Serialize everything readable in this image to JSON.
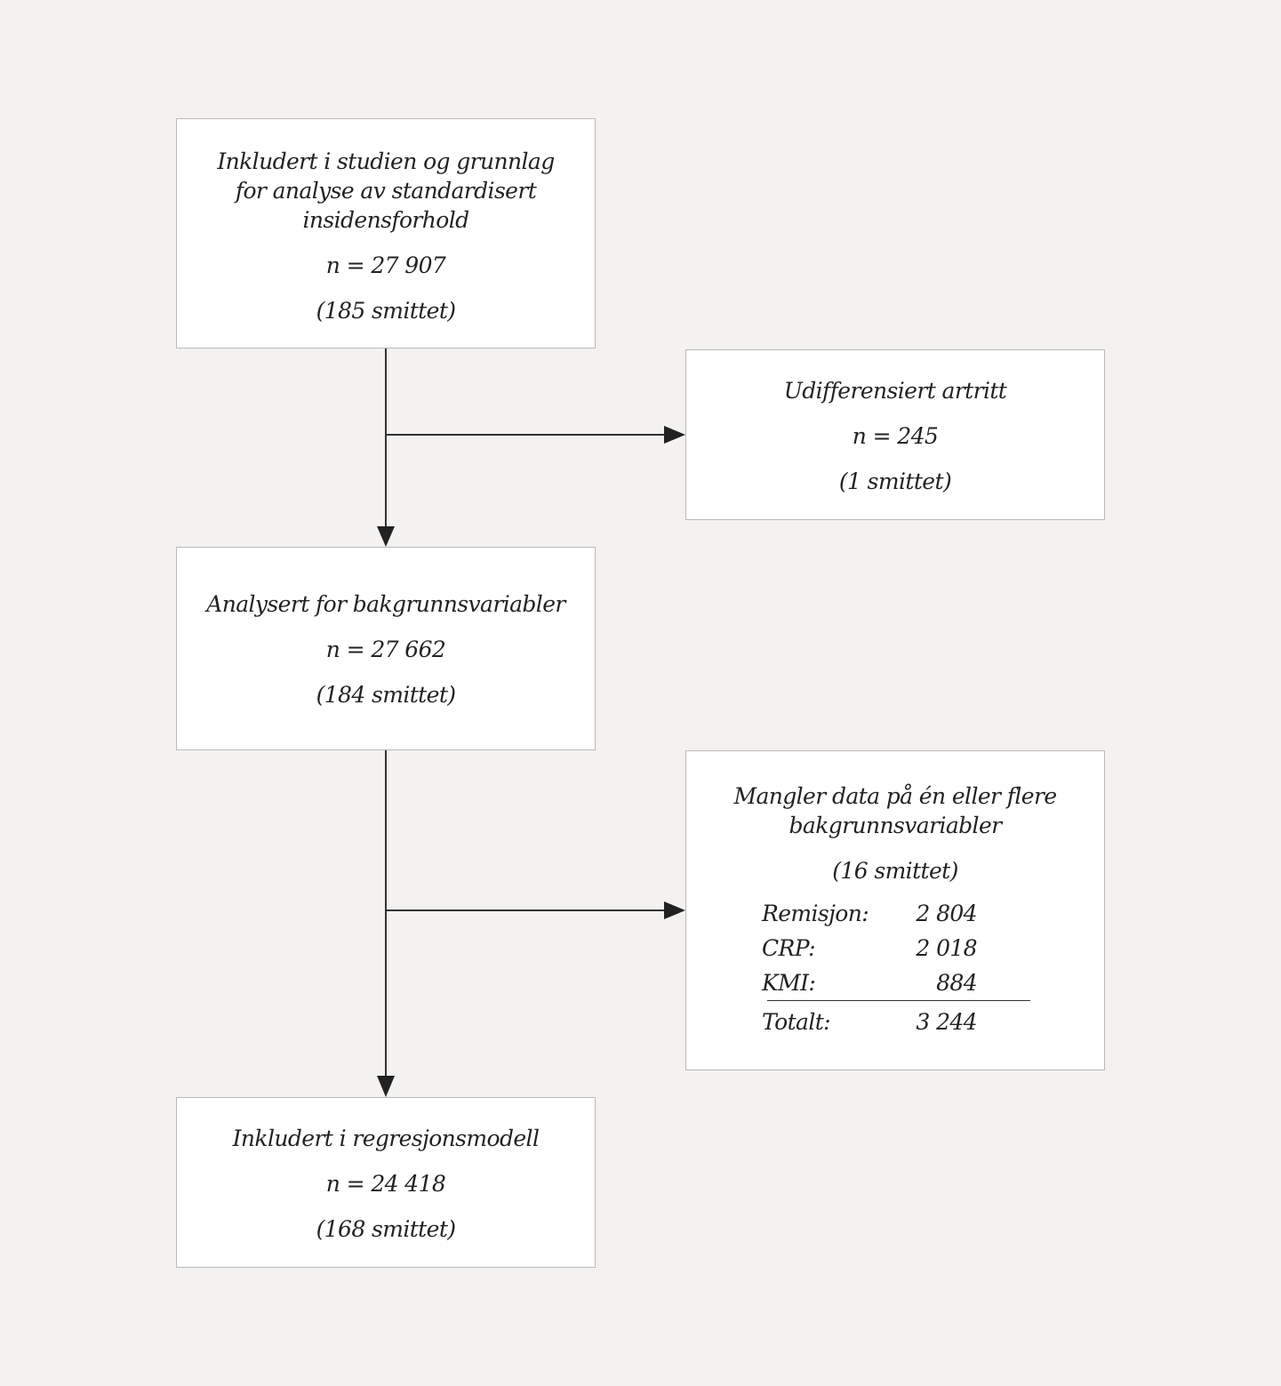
{
  "boxes": {
    "included": {
      "title": "Inkludert i studien og grunnlag for analyse av standardisert insidensforhold",
      "n": "n = 27 907",
      "infected": "(185 smittet)"
    },
    "udifferensiert": {
      "title": "Udifferensiert artritt",
      "n": "n = 245",
      "infected": "(1 smittet)"
    },
    "analysed": {
      "title": "Analysert for bakgrunnsvariabler",
      "n": "n = 27 662",
      "infected": "(184 smittet)"
    },
    "missing": {
      "title": "Mangler data på én eller flere bakgrunnsvariabler",
      "infected": "(16 smittet)",
      "rows": [
        {
          "label": "Remisjon:",
          "value": "2 804"
        },
        {
          "label": "CRP:",
          "value": "2 018"
        },
        {
          "label": "KMI:",
          "value": "884"
        }
      ],
      "total": {
        "label": "Totalt:",
        "value": "3 244"
      }
    },
    "regression": {
      "title": "Inkludert i regresjonsmodell",
      "n": "n = 24 418",
      "infected": "(168 smittet)"
    }
  }
}
